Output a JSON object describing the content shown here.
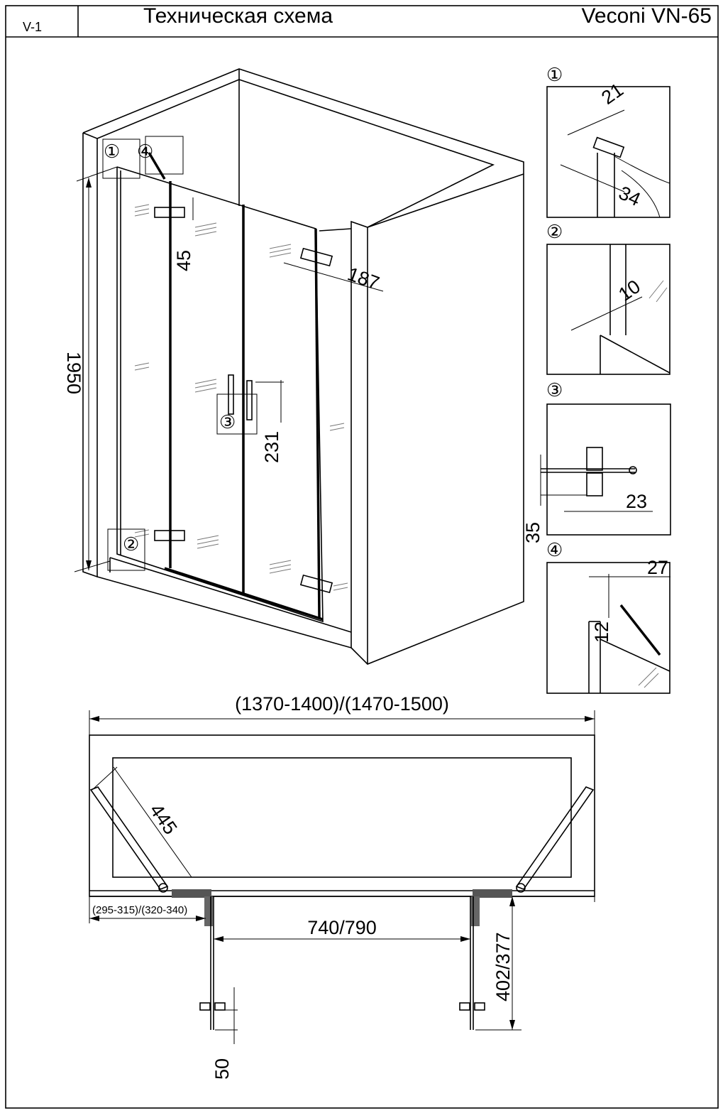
{
  "header": {
    "sheet_code": "V-1",
    "title": "Техническая схема",
    "model": "Veconi VN-65"
  },
  "perspective_view": {
    "callouts": [
      "①",
      "④",
      "②",
      "③"
    ],
    "dimensions": {
      "height": "1950",
      "hinge_offset": "45",
      "top_hinge_length": "187",
      "handle_height": "231"
    }
  },
  "details": [
    {
      "marker": "①",
      "dims": [
        "21",
        "34"
      ]
    },
    {
      "marker": "②",
      "dims": [
        "10"
      ]
    },
    {
      "marker": "③",
      "dims": [
        "23",
        "35"
      ]
    },
    {
      "marker": "④",
      "dims": [
        "27",
        "12"
      ]
    }
  ],
  "plan_view": {
    "total_width": "(1370-1400)/(1470-1500)",
    "arm_length": "445",
    "side_width": "(295-315)/(320-340)",
    "door_opening": "740/790",
    "door_swing": "402/377",
    "bottom_gap": "50"
  }
}
